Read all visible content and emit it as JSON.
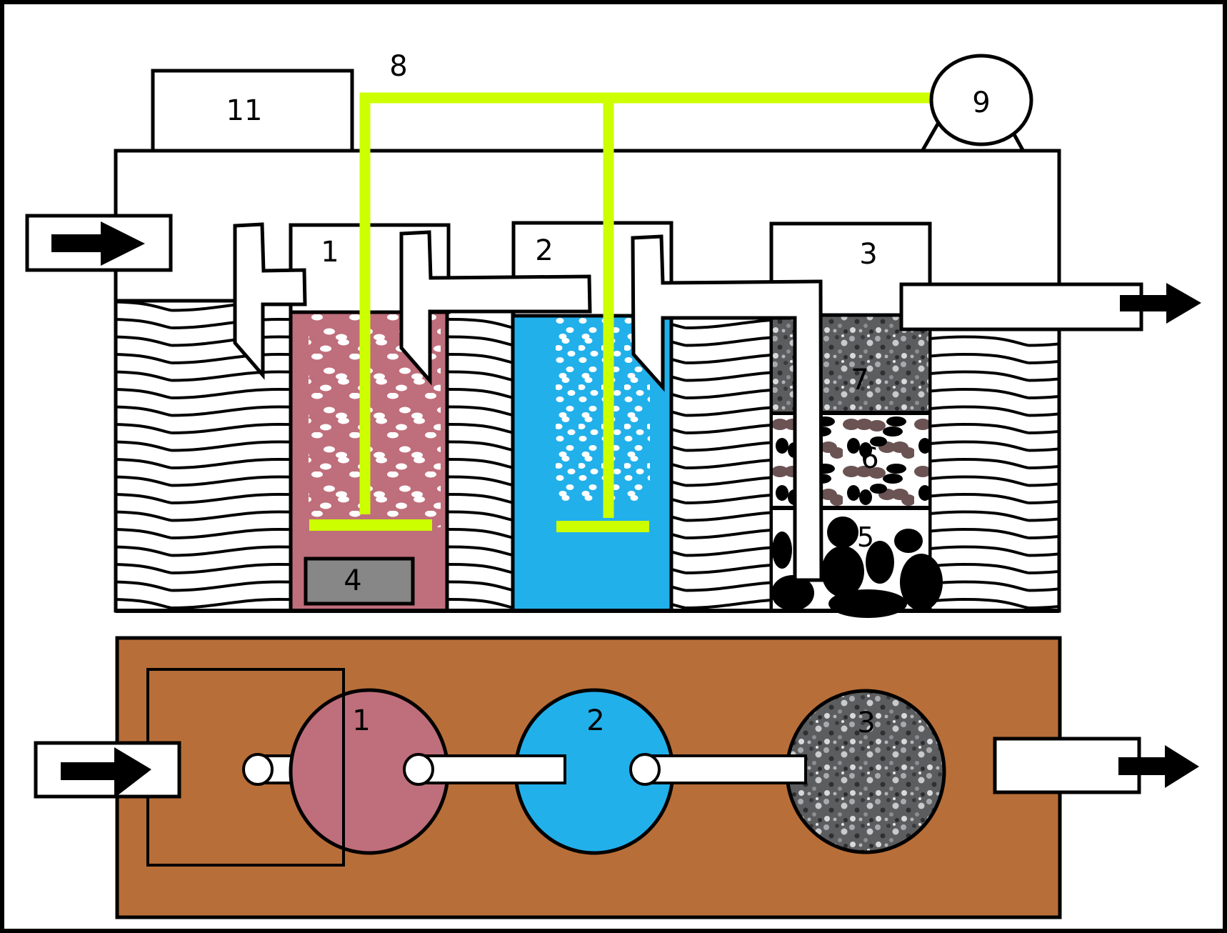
{
  "diagram": {
    "title": "Wastewater treatment system schematic (side section and plan view)",
    "labels": {
      "tank1": "1",
      "tank2": "2",
      "tank3": "3",
      "heater": "4",
      "layer_bottom": "5",
      "layer_middle": "6",
      "layer_top": "7",
      "air_line": "8",
      "pump": "9",
      "control_box": "11",
      "plan_tank1": "1",
      "plan_tank2": "2",
      "plan_tank3": "3"
    },
    "colors": {
      "tank1_fill": "#bf6e7b",
      "tank2_fill": "#22b0ea",
      "air_line": "#ccff00",
      "heater_fill": "#878787",
      "ground_plan": "#b86e38",
      "gravel": "#6a6a6a",
      "layer6_pebble": "#6b5353",
      "outline": "#000000",
      "bubble": "#ffffff"
    },
    "flow": {
      "inlet_direction": "right",
      "outlet_direction": "right"
    }
  }
}
